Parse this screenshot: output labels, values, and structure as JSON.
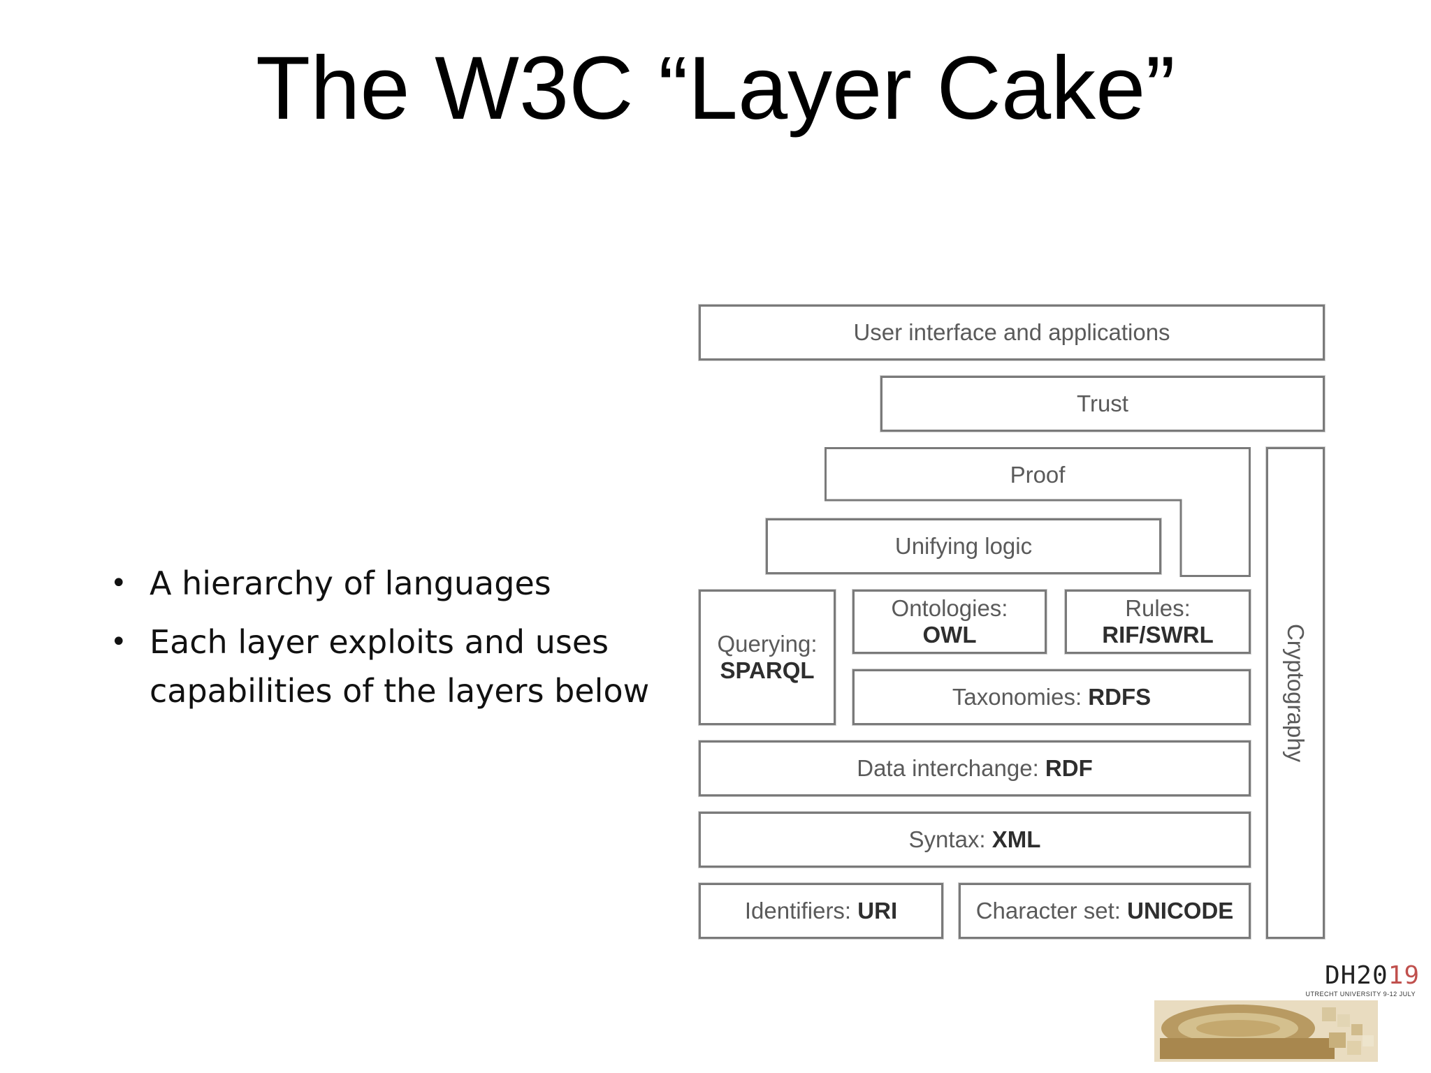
{
  "slide": {
    "title": "The W3C “Layer Cake”",
    "bullet_symbol": "•",
    "bullets": [
      "A hierarchy of languages",
      "Each layer exploits and uses capabilities of the layers below"
    ]
  },
  "diagram": {
    "user_interface": "User interface and applications",
    "trust": "Trust",
    "proof": "Proof",
    "unifying_logic": "Unifying logic",
    "querying": {
      "label": "Querying:",
      "value": "SPARQL"
    },
    "ontologies": {
      "label": "Ontologies:",
      "value": "OWL"
    },
    "rules": {
      "label": "Rules:",
      "value": "RIF/SWRL"
    },
    "taxonomies": {
      "label": "Taxonomies:",
      "value": "RDFS"
    },
    "data_interchange": {
      "label": "Data interchange:",
      "value": "RDF"
    },
    "syntax": {
      "label": "Syntax:",
      "value": "XML"
    },
    "identifiers": {
      "label": "Identifiers:",
      "value": "URI"
    },
    "character_set": {
      "label": "Character set:",
      "value": "UNICODE"
    },
    "cryptography": "Cryptography"
  },
  "logo": {
    "name_part1": "DH20",
    "name_part2": "19",
    "subtitle": "UTRECHT UNIVERSITY 9-12 JULY",
    "accent_color": "#c0504d"
  }
}
